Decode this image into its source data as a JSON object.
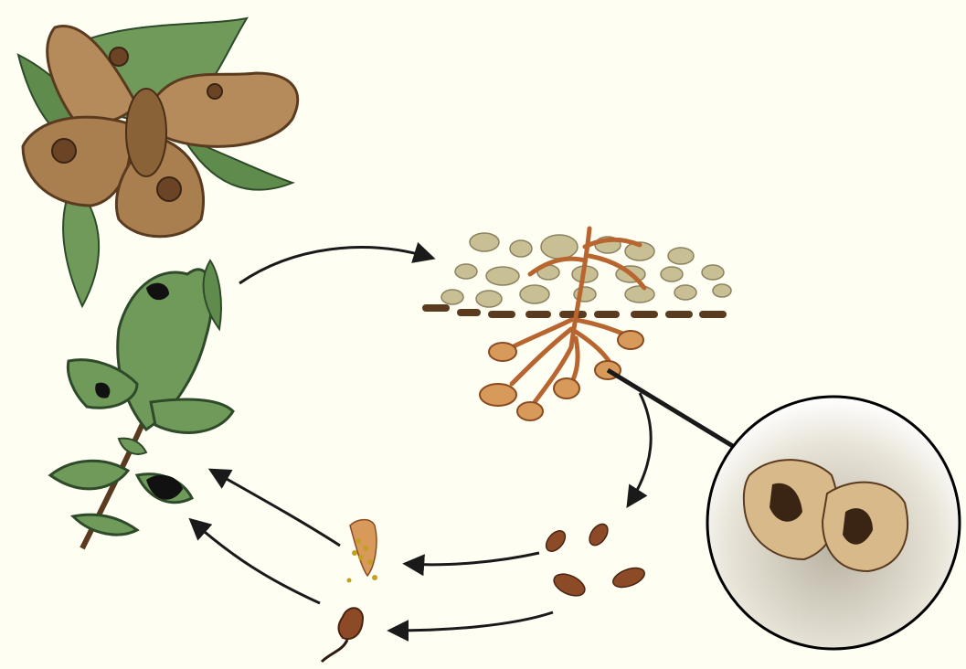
{
  "diagram": {
    "background": "#fefef3",
    "stages": [
      {
        "id": "adult-moth",
        "icon": "moth-icon"
      },
      {
        "id": "leaf-plant",
        "icon": "leaf-plant-icon"
      },
      {
        "id": "roots-in-soil",
        "icon": "root-tuber-icon"
      },
      {
        "id": "tuber-closeup",
        "icon": "magnified-tuber-icon"
      },
      {
        "id": "pupae",
        "icon": "pupa-icon"
      },
      {
        "id": "emerging-larva",
        "icon": "larva-icon"
      },
      {
        "id": "sprouting-seed",
        "icon": "seedling-icon"
      }
    ],
    "colors": {
      "leaf": "#6f9a5a",
      "leaf_dark": "#2e4a2a",
      "moth_wing": "#b58b5b",
      "moth_edge": "#5a3b20",
      "soil": "#c9bf94",
      "root": "#b8652f",
      "tuber": "#d89a5a",
      "pupa": "#8c4a26",
      "arrow": "#1a1a1a"
    }
  }
}
